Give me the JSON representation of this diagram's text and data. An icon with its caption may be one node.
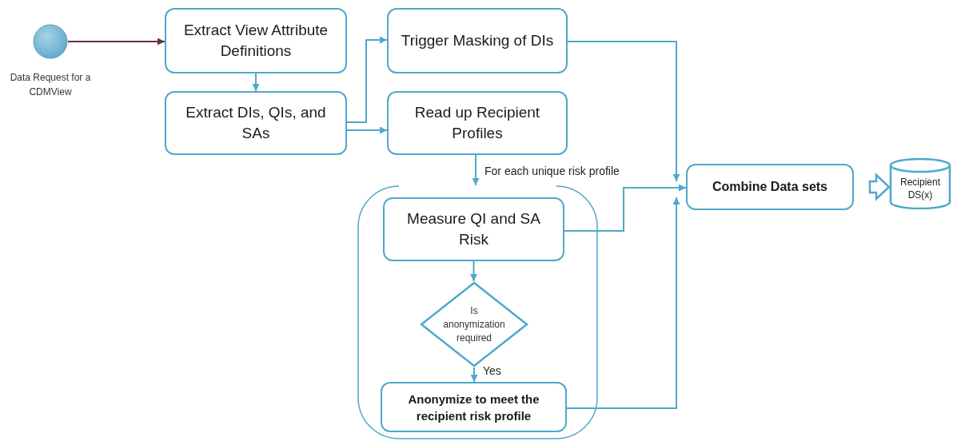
{
  "diagram": {
    "nodes": [
      {
        "text": [],
        "shape": "circle",
        "beside": [
          "Data Request for a CDMView"
        ]
      },
      {
        "text": [
          "Extract View Attribute Definitions"
        ]
      },
      {
        "text": [
          "Extract DIs, QIs, and SAs"
        ]
      },
      {
        "text": [
          "Trigger Masking of DIs"
        ]
      },
      {
        "text": [
          "Read up Recipient Profiles"
        ]
      },
      {
        "text": [],
        "shape": "box"
      },
      {
        "text": [
          "Measure QI and SA Risk"
        ],
        "in": 5
      },
      {
        "text": [
          "Is anonymization required"
        ],
        "in": 5
      },
      {
        "text": [
          "Anonymize to meet the recipient risk profile"
        ],
        "in": 5
      },
      {
        "text": [
          "Combine Data sets"
        ]
      },
      {
        "text": [
          "Recipient DS(x)"
        ]
      }
    ],
    "edges": [
      {
        "from": 0,
        "to": 1,
        "arrow": "to",
        "color": "#6b2d4f"
      },
      {
        "from": 1,
        "to": 2,
        "arrow": "to"
      },
      {
        "from": 2,
        "to": 3,
        "arrow": "to"
      },
      {
        "from": 2,
        "to": 4,
        "arrow": "to"
      },
      {
        "from": 4,
        "to": 5,
        "arrow": "to",
        "label": "For each unique risk profile"
      },
      {
        "from": 6,
        "to": 7,
        "arrow": "to"
      },
      {
        "from": 7,
        "to": 8,
        "arrow": "to",
        "label": "Yes"
      },
      {
        "from": 3,
        "to": 9,
        "arrow": "to"
      },
      {
        "from": 6,
        "to": 9,
        "arrow": "to"
      },
      {
        "from": 8,
        "to": 9,
        "arrow": "to"
      },
      {
        "from": 9,
        "to": 10,
        "arrow": "to",
        "style": "thick"
      }
    ]
  }
}
